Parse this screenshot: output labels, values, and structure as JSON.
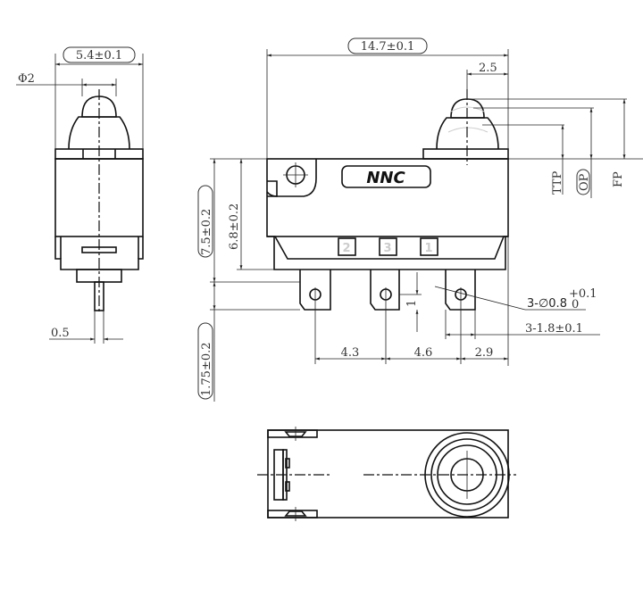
{
  "side_view": {
    "width_dim": "5.4±0.1",
    "plunger_dia": "Φ2",
    "pin_thickness": "0.5"
  },
  "front_view": {
    "length_dim": "14.7±0.1",
    "plunger_offset": "2.5",
    "logo": "NNC",
    "terminal_numbers": [
      "2",
      "3",
      "1"
    ],
    "height_dim_outer": "7.5±0.2",
    "height_dim_inner": "6.8±0.2",
    "terminal_length": "1.75±0.2",
    "hole_dim": "3-∅0.8",
    "hole_tol_upper": "+0.1",
    "hole_tol_lower": "0",
    "terminal_width": "3-1.8±0.1",
    "hole_offset": "1",
    "pitch_1": "4.3",
    "pitch_2": "4.6",
    "pitch_3": "2.9",
    "ttp": "TTP",
    "op": "OP",
    "fp": "FP"
  }
}
